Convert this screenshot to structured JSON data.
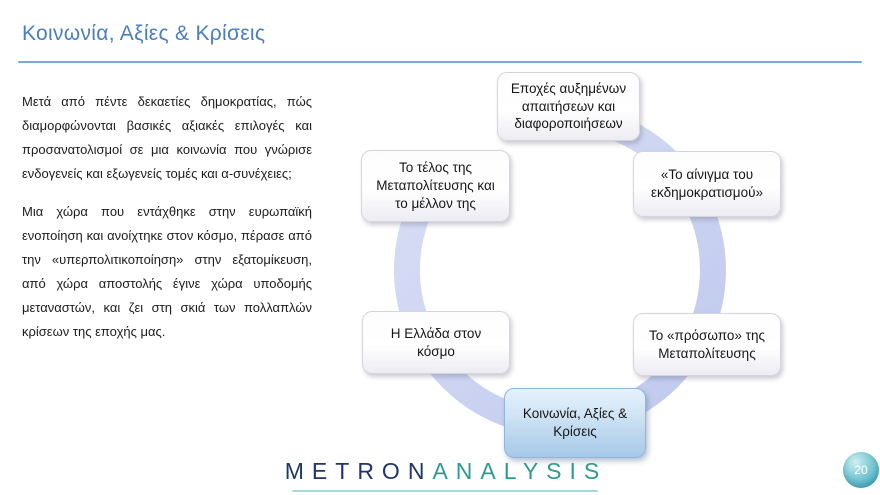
{
  "slide": {
    "title": "Κοινωνία, Αξίες & Κρίσεις",
    "page_number": "20"
  },
  "body": {
    "paragraph_1": "Μετά από πέντε δεκαετίες δημοκρατίας, πώς διαμορφώνονται βασικές αξιακές επιλογές και προσανατολισμοί σε μια κοινωνία που γνώρισε ενδογενείς και εξωγενείς τομές και α-συνέχειες;",
    "paragraph_2": "Μια χώρα που εντάχθηκε στην ευρωπαϊκή ενοποίηση και ανοίχτηκε στον κόσμο, πέρασε από την «υπερπολιτικοποίηση» στην εξατομίκευση, από χώρα αποστολής έγινε χώρα υποδομής μεταναστών, και ζει στη σκιά των πολλαπλών κρίσεων της εποχής μας."
  },
  "cycle_diagram": {
    "icon": "circular-arrow-clockwise",
    "nodes": [
      {
        "position": "top",
        "label": "Εποχές αυξημένων απαιτήσεων και διαφοροποιήσεων",
        "highlighted": false
      },
      {
        "position": "right-upper",
        "label": "«Το αίνιγμα του εκδημοκρατισμού»",
        "highlighted": false
      },
      {
        "position": "right-lower",
        "label": "Το «πρόσωπο» της Μεταπολίτευσης",
        "highlighted": false
      },
      {
        "position": "bottom",
        "label": "Κοινωνία, Αξίες & Κρίσεις",
        "highlighted": true
      },
      {
        "position": "left-lower",
        "label": "Η Ελλάδα στον κόσμο",
        "highlighted": false
      },
      {
        "position": "left-upper",
        "label": "Το τέλος της Μεταπολίτευσης και το μέλλον της",
        "highlighted": false
      }
    ]
  },
  "footer": {
    "logo_metron": "METRON",
    "logo_analysis": "ANALYSIS"
  },
  "colors": {
    "title_text": "#4A7EBE",
    "divider_line": "#7FA8D8",
    "ring": "#C7D0EE",
    "highlight_box_top": "#E6F2FB",
    "highlight_box_bottom": "#A5C8E8",
    "logo_navy": "#20356A",
    "logo_teal": "#2E9B8F",
    "page_ball": "#55B4C7"
  }
}
